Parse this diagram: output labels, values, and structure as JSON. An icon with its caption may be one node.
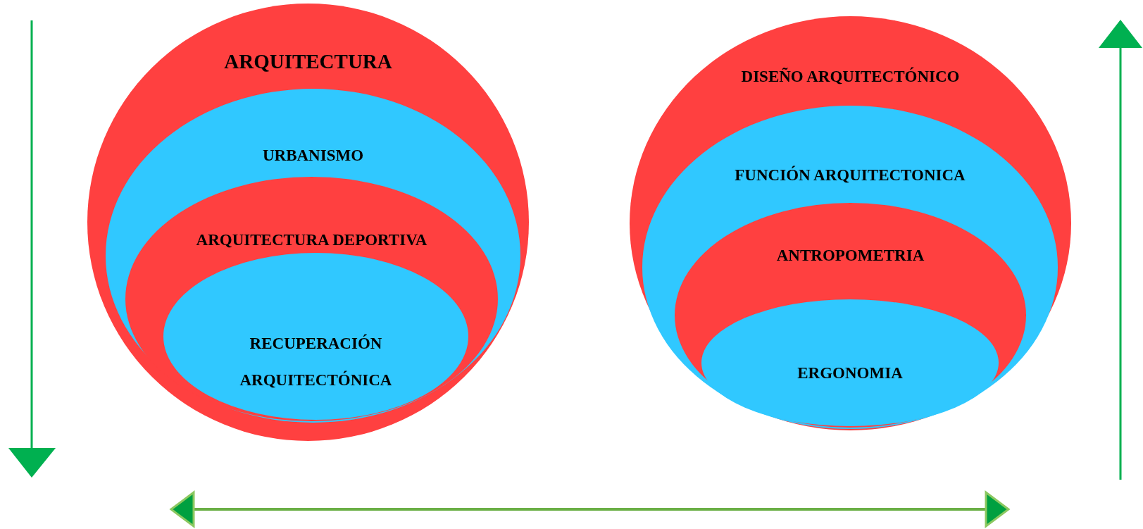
{
  "diagram": {
    "nodes": [
      {
        "text": [
          "ARQUITECTURA"
        ]
      },
      {
        "text": [
          "URBANISMO"
        ],
        "in": 0
      },
      {
        "text": [
          "ARQUITECTURA DEPORTIVA"
        ],
        "in": 1
      },
      {
        "text": [
          "RECUPERACIÓN ARQUITECTÓNICA"
        ],
        "in": 2
      },
      {
        "text": [
          "DISEÑO ARQUITECTÓNICO"
        ]
      },
      {
        "text": [
          "FUNCIÓN ARQUITECTONICA"
        ],
        "in": 4
      },
      {
        "text": [
          "ANTROPOMETRIA"
        ],
        "in": 5
      },
      {
        "text": [
          "ERGONOMIA"
        ],
        "in": 6
      }
    ]
  }
}
